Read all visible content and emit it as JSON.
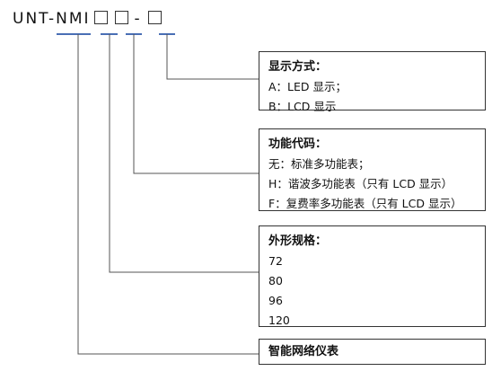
{
  "model": {
    "prefix": "UNT-NMI",
    "dash": "-"
  },
  "display_box": {
    "title": "显示方式：",
    "lines": [
      "A：LED 显示；",
      "B：LCD 显示"
    ]
  },
  "function_box": {
    "title": "功能代码：",
    "lines": [
      "无：标准多功能表；",
      "H：谐波多功能表（只有 LCD 显示）",
      "F：复费率多功能表（只有 LCD 显示）"
    ]
  },
  "size_box": {
    "title": "外形规格：",
    "lines": [
      "72",
      "80",
      "96",
      "120"
    ]
  },
  "product_box": {
    "title": "智能网络仪表"
  },
  "colors": {
    "connector": "#4a6fb5",
    "border": "#333333"
  }
}
